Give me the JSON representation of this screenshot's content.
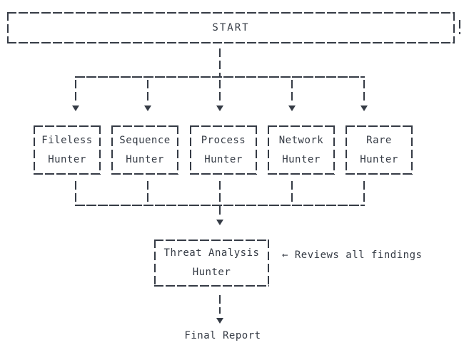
{
  "diagram": {
    "background": "#ffffff",
    "ink_color": "#353b45",
    "start": {
      "label": "START"
    },
    "hunters": [
      {
        "line1": "Fileless",
        "line2": "Hunter"
      },
      {
        "line1": "Sequence",
        "line2": "Hunter"
      },
      {
        "line1": "Process",
        "line2": "Hunter"
      },
      {
        "line1": "Network",
        "line2": "Hunter"
      },
      {
        "line1": "Rare",
        "line2": "Hunter"
      }
    ],
    "aggregator": {
      "line1": "Threat Analysis",
      "line2": "Hunter"
    },
    "annotation": "← Reviews all findings",
    "final_report": {
      "label": "Final Report"
    }
  }
}
